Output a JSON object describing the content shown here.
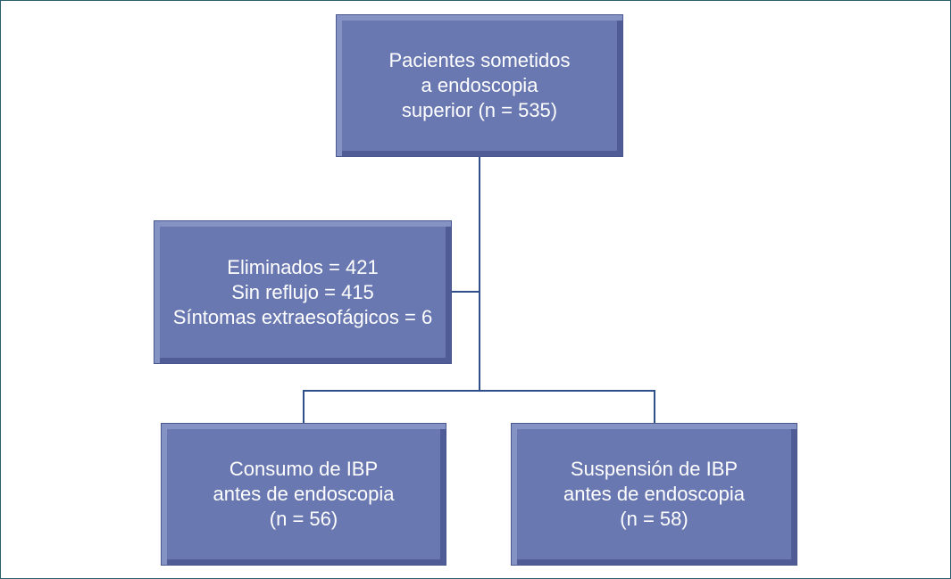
{
  "diagram": {
    "nodes": [
      {
        "id": "top",
        "lines": [
          "Pacientes sometidos",
          "a endoscopia",
          "superior (n = 535)"
        ]
      },
      {
        "id": "left",
        "lines": [
          "Eliminados = 421",
          "Sin reflujo = 415",
          "Síntomas extraesofágicos = 6"
        ]
      },
      {
        "id": "bl",
        "lines": [
          "Consumo de IBP",
          "antes de endoscopia",
          "(n = 56)"
        ]
      },
      {
        "id": "br",
        "lines": [
          "Suspensión de IBP",
          "antes de endoscopia",
          "(n = 58)"
        ]
      }
    ],
    "edges": [
      {
        "from": "top",
        "to": "left"
      },
      {
        "from": "top",
        "to": "bl"
      },
      {
        "from": "top",
        "to": "br"
      }
    ],
    "colors": {
      "box_fill": "#6a78b2",
      "box_text": "#ffffff",
      "connector": "#2f4f8a",
      "frame": "#2c5f6e"
    }
  }
}
